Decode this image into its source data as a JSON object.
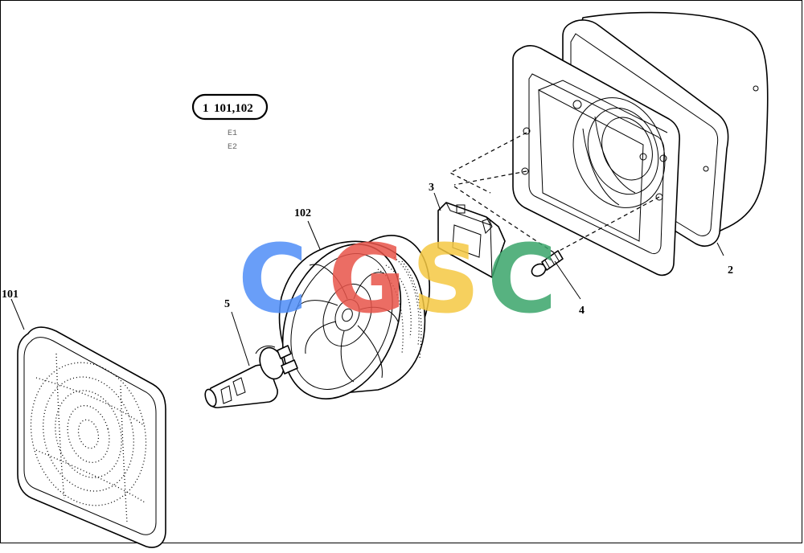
{
  "badge": {
    "prefix": "1",
    "refs": "101,102"
  },
  "variants": [
    "E1",
    "E2"
  ],
  "parts": {
    "p2": "2",
    "p3": "3",
    "p4": "4",
    "p5": "5",
    "p101": "101",
    "p102": "102"
  },
  "watermark": {
    "letters": [
      "C",
      "G",
      "S",
      "C"
    ],
    "colors": [
      "#4f8ef7",
      "#e8544a",
      "#f5c842",
      "#3aa56b"
    ]
  }
}
